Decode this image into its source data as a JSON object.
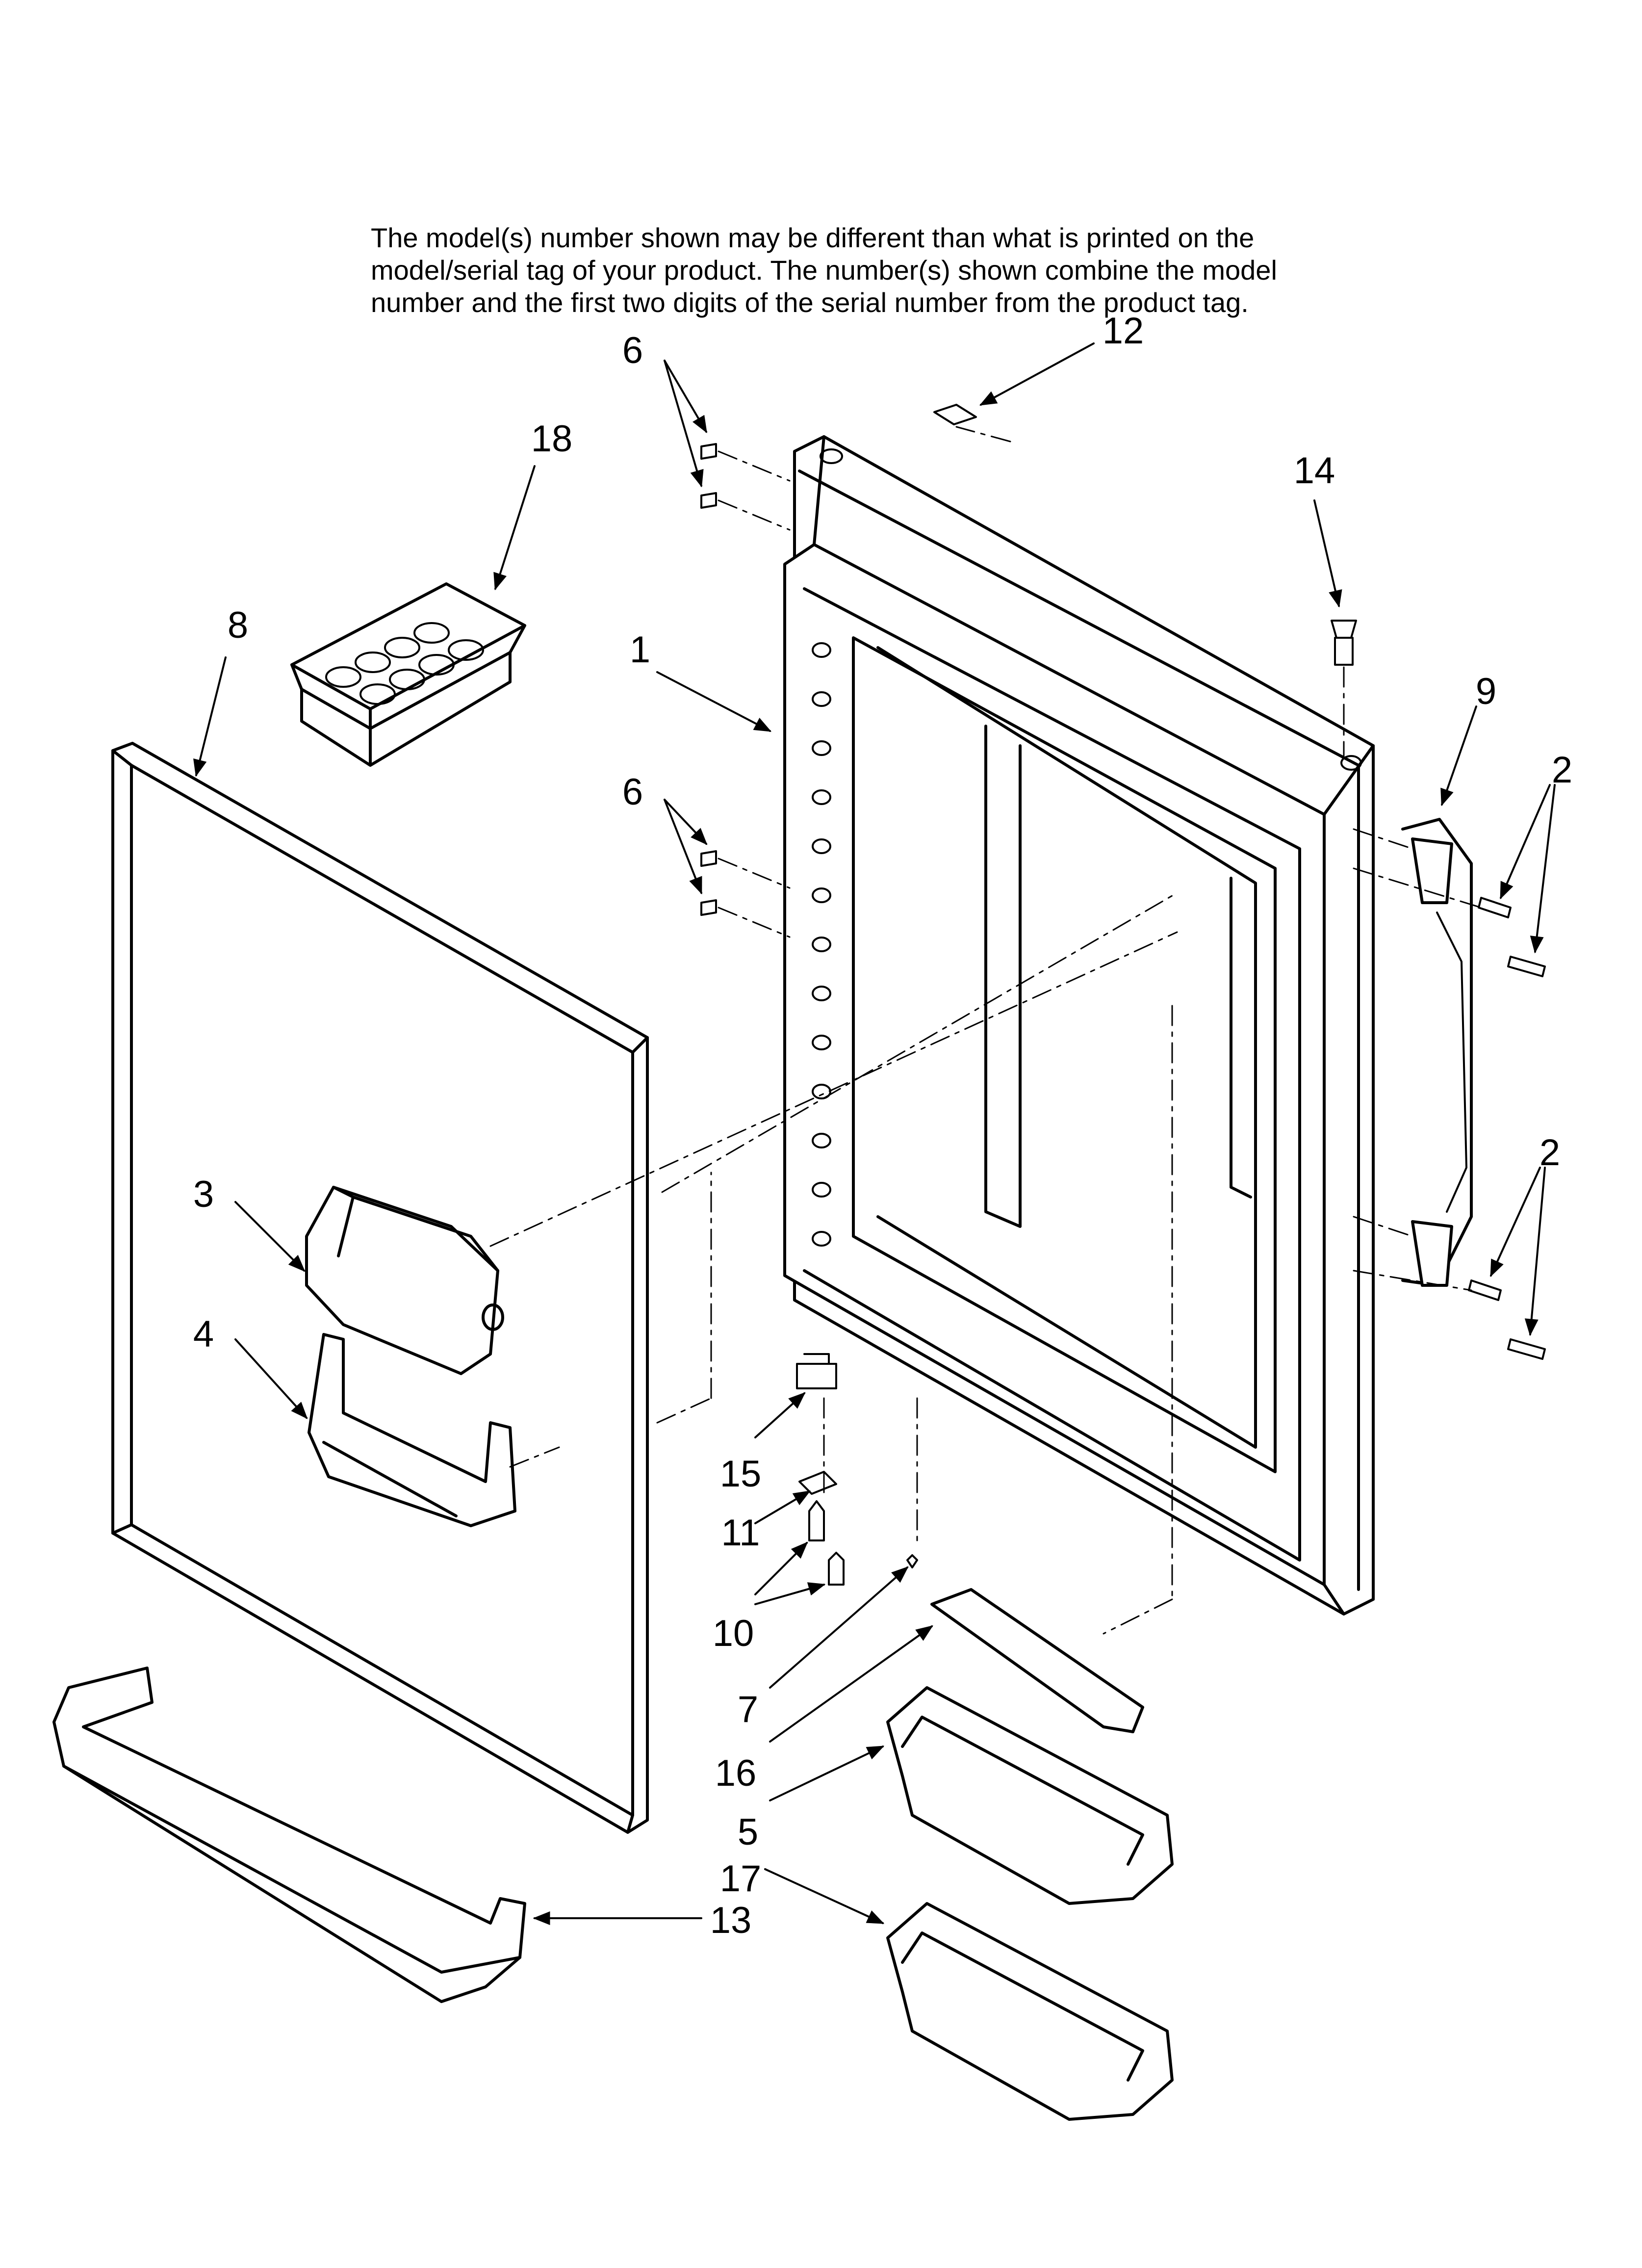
{
  "note": {
    "line1": "The model(s) number shown may be different than what is printed on the",
    "line2": "model/serial tag of your product. The number(s) shown combine the model",
    "line3": "number and the first two digits of the serial number from the product tag."
  },
  "callouts": {
    "c1": "1",
    "c2a": "2",
    "c2b": "2",
    "c3": "3",
    "c4": "4",
    "c5": "5",
    "c6a": "6",
    "c6b": "6",
    "c7": "7",
    "c8": "8",
    "c9": "9",
    "c10": "10",
    "c11": "11",
    "c12": "12",
    "c13": "13",
    "c14": "14",
    "c15": "15",
    "c16": "16",
    "c17": "17",
    "c18": "18"
  }
}
